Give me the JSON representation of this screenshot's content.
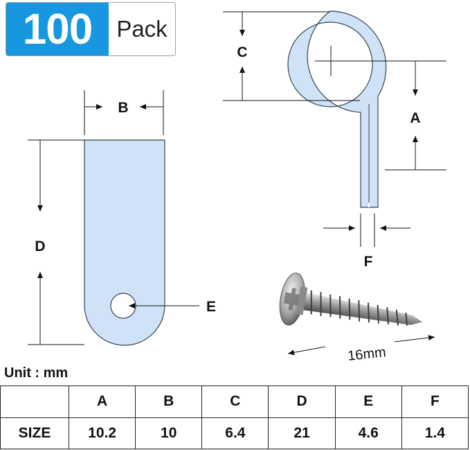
{
  "badge": {
    "number": "100",
    "word": "Pack"
  },
  "labels": {
    "a": "A",
    "b": "B",
    "c": "C",
    "d": "D",
    "e": "E",
    "f": "F"
  },
  "screw_length": "16mm",
  "unit_text": "Unit : mm",
  "table": {
    "columns": [
      "",
      "A",
      "B",
      "C",
      "D",
      "E",
      "F"
    ],
    "row_label": "SIZE",
    "values": [
      "10.2",
      "10",
      "6.4",
      "21",
      "4.6",
      "1.4"
    ]
  },
  "colors": {
    "accent": "#1797e0",
    "clamp_fill": "#cfe2f7",
    "outline": "#33424f"
  }
}
